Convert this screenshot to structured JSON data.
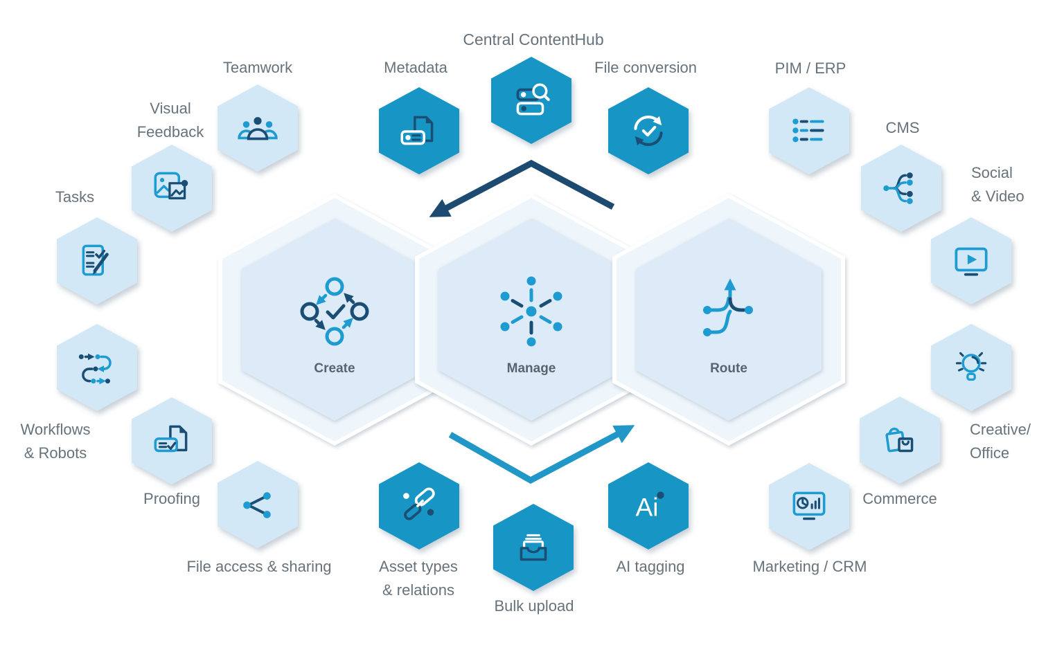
{
  "title": "Central ContentHub",
  "center": {
    "create": {
      "label": "Create"
    },
    "manage": {
      "label": "Manage"
    },
    "route": {
      "label": "Route"
    }
  },
  "satellites": {
    "teamwork": {
      "label": "Teamwork",
      "variant": "light",
      "icon": "people-group-icon"
    },
    "metadata": {
      "label": "Metadata",
      "variant": "dark",
      "icon": "document-tag-icon"
    },
    "hub": {
      "label": "Central ContentHub",
      "variant": "dark",
      "icon": "database-search-icon"
    },
    "file_conversion": {
      "label": "File conversion",
      "variant": "dark",
      "icon": "sync-check-icon"
    },
    "pim_erp": {
      "label": "PIM / ERP",
      "variant": "light",
      "icon": "list-icon"
    },
    "visual_feedback": {
      "label": "Visual\nFeedback",
      "variant": "light",
      "icon": "image-annotation-icon"
    },
    "cms": {
      "label": "CMS",
      "variant": "light",
      "icon": "branch-tree-icon"
    },
    "tasks": {
      "label": "Tasks",
      "variant": "light",
      "icon": "task-list-pencil-icon"
    },
    "social_video": {
      "label": "Social\n& Video",
      "variant": "light",
      "icon": "video-player-icon"
    },
    "workflows": {
      "label": "Workflows\n& Robots",
      "variant": "light",
      "icon": "workflow-steps-icon"
    },
    "creative_office": {
      "label": "Creative/\nOffice",
      "variant": "light",
      "icon": "lightbulb-icon"
    },
    "proofing": {
      "label": "Proofing",
      "variant": "light",
      "icon": "document-approve-icon"
    },
    "commerce": {
      "label": "Commerce",
      "variant": "light",
      "icon": "shopping-bags-icon"
    },
    "file_access": {
      "label": "File access & sharing",
      "variant": "light",
      "icon": "share-icon"
    },
    "marketing_crm": {
      "label": "Marketing / CRM",
      "variant": "light",
      "icon": "dashboard-icon"
    },
    "asset_types": {
      "label": "Asset types\n& relations",
      "variant": "dark",
      "icon": "chain-link-icon"
    },
    "bulk_upload": {
      "label": "Bulk upload",
      "variant": "dark",
      "icon": "inbox-tray-icon"
    },
    "ai_tagging": {
      "label": "AI tagging",
      "variant": "dark",
      "icon": "ai-glyph-icon",
      "glyph": "Ai"
    }
  },
  "arrows": [
    {
      "id": "inbound",
      "color": "#1d4a70",
      "from": "Central ContentHub",
      "to": "Create/Manage"
    },
    {
      "id": "outbound",
      "color": "#2097c6",
      "from": "bottom sources",
      "to": "Route"
    }
  ],
  "colors": {
    "hex_dark": "#1795c4",
    "hex_light": "#d2e8f6",
    "big_outer": "#eef5fb",
    "big_inner": "#dcebf7",
    "icon_teal": "#1e9bd1",
    "icon_navy": "#1b4e74",
    "label_gray": "#67727b",
    "center_label_gray": "#5a646e"
  }
}
